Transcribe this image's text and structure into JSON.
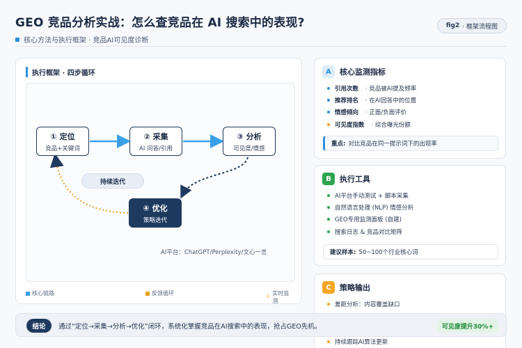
{
  "header": {
    "title": "GEO 竞品分析实战：怎么查竞品在 AI 搜索中的表现?",
    "subtitle": "核心方法与执行框架 · 竞品AI可见度诊断",
    "fig_label": "fig2",
    "fig_text": "· 框架流程图"
  },
  "diagram": {
    "panel_title": "执行框架 · 四步循环",
    "nodes": [
      {
        "title": "① 定位",
        "sub": "竞品+关键词"
      },
      {
        "title": "② 采集",
        "sub": "AI 问答/引用"
      },
      {
        "title": "③ 分析",
        "sub": "可见度/情感"
      },
      {
        "title": "④ 优化",
        "sub": "策略迭代"
      }
    ],
    "loop_label": "持续迭代",
    "platforms": "AI平台：ChatGPT/Perplexity/文心一言",
    "legend": [
      {
        "label": "核心链路",
        "color": "#3aa0e8",
        "icon": "square"
      },
      {
        "label": "反馈循环",
        "color": "#e8a020",
        "icon": "square"
      },
      {
        "label": "实时监测",
        "color": "#e8a020",
        "icon": "lightning-icon"
      }
    ]
  },
  "cards": {
    "a": {
      "badge": "A",
      "title": "核心监测指标",
      "items": [
        {
          "key": "引用次数",
          "desc": "· 竞品被AI提及频率",
          "dot": "#2f8fdc"
        },
        {
          "key": "推荐排名",
          "desc": "· 在AI回答中的位置",
          "dot": "#2f8fdc"
        },
        {
          "key": "情感倾向",
          "desc": "· 正面/负面评价",
          "dot": "#2f8fdc"
        },
        {
          "key": "可见度指数",
          "desc": "· 综合曝光份额",
          "dot": "#e8a020"
        }
      ],
      "focus_label": "重点:",
      "focus_text": "对比竞品在同一提示词下的出现率"
    },
    "b": {
      "badge": "B",
      "title": "执行工具",
      "items": [
        "AI平台手动测试 + 脚本采集",
        "自然语言处理 (NLP) 情感分析",
        "GEO专用监测面板 (自建)",
        "搜索日志 & 竞品对比矩阵"
      ],
      "sample_label": "建议样本:",
      "sample_text": "50~100个行业核心词"
    },
    "c": {
      "badge": "C",
      "title": "策略输出",
      "items": [
        "差距分析：内容覆盖缺口",
        "持续跟踪AI算法更新"
      ]
    }
  },
  "conclusion": {
    "label": "结论",
    "text": "通过“定位→采集→分析→优化”闭环，系统化掌握竞品在AI搜索中的表现，抢占GEO先机。",
    "result": "可见度提升30%+"
  },
  "colors": {
    "accent_blue": "#2f8fdc",
    "navy": "#1f3a5f",
    "orange": "#e8a020",
    "green": "#2ea44f"
  }
}
